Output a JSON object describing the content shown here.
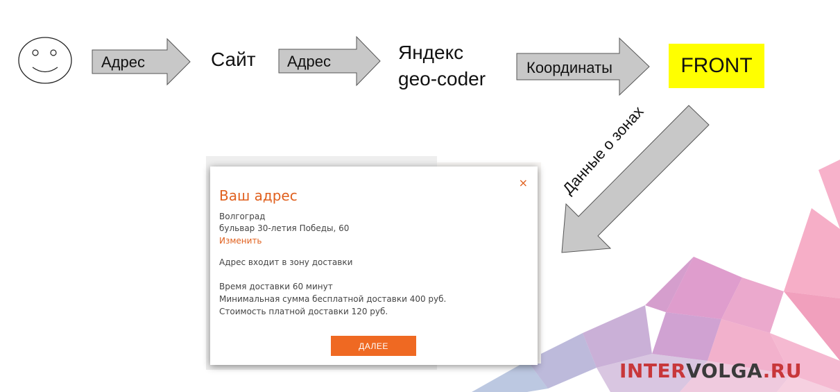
{
  "flow": {
    "arrow1_label": "Адрес",
    "node_site": "Сайт",
    "arrow2_label": "Адрес",
    "node_geocoder_line1": "Яндекс",
    "node_geocoder_line2": "geo-coder",
    "arrow3_label": "Координаты",
    "node_front": "FRONT",
    "arrow4_label": "Данные о зонах"
  },
  "modal": {
    "title": "Ваш адрес",
    "close_glyph": "×",
    "city": "Волгоград",
    "street": "бульвар 30-летия Победы, 60",
    "change_link": "Изменить",
    "zone_status": "Адрес входит в зону доставки",
    "delivery_time": "Время доставки 60 минут",
    "min_free_delivery": "Минимальная сумма бесплатной доставки 400 руб.",
    "paid_delivery_cost": "Стоимость платной доставки 120 руб.",
    "next_button": "ДАЛЕЕ"
  },
  "brand": {
    "part1": "INTER",
    "part2": "VOLGA",
    "part3": ".RU"
  },
  "colors": {
    "accent_orange": "#ef6922",
    "front_fill": "#ffff00",
    "arrow_fill": "#c8c8c8",
    "brand_red": "#c8373a"
  },
  "icons": {
    "user": "smiley-face-icon",
    "close": "close-icon"
  }
}
